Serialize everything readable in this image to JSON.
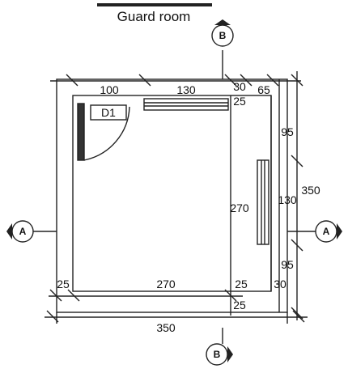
{
  "title": "Guard room",
  "door_tag": "D1",
  "section_markers": {
    "a_left": "A",
    "a_right": "A",
    "b_top": "B",
    "b_bottom": "B"
  },
  "dimensions": {
    "top_left": "100",
    "top_mid": "130",
    "top_30": "30",
    "top_25": "25",
    "top_65": "65",
    "right_95_top": "95",
    "right_130": "130",
    "right_95_bottom": "95",
    "right_350": "350",
    "inner_270": "270",
    "bottom_25_left": "25",
    "bottom_270": "270",
    "bottom_25_right": "25",
    "bottom_30": "30",
    "bottom_25_corner": "25",
    "bottom_350": "350"
  },
  "colors": {
    "line": "#222222",
    "door_fill": "#333333"
  }
}
